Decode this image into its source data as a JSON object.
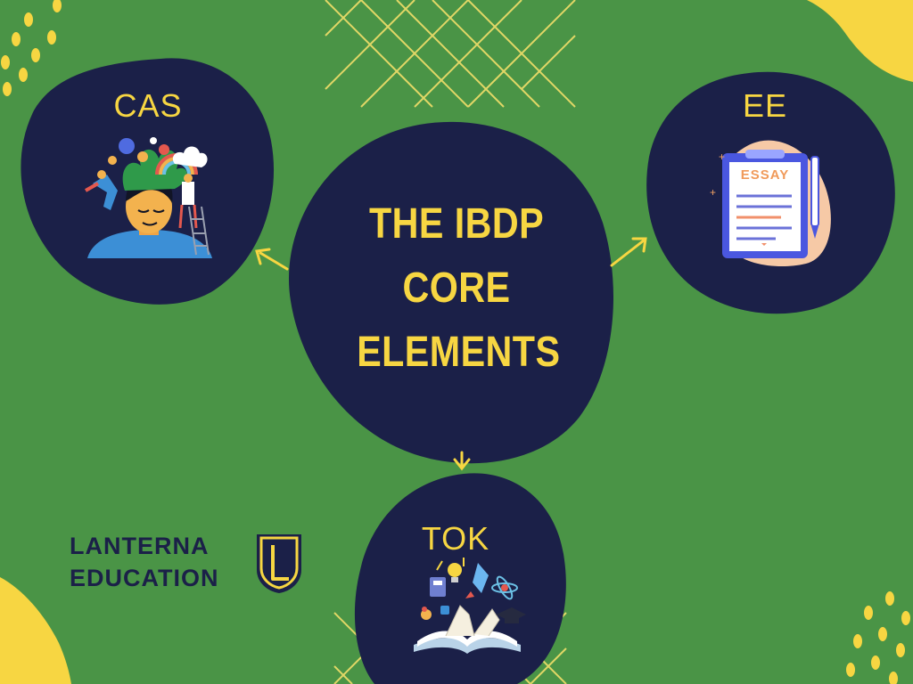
{
  "title": {
    "line1": "THE IBDP",
    "line2": "CORE",
    "line3": "ELEMENTS"
  },
  "nodes": {
    "cas": {
      "label": "CAS"
    },
    "ee": {
      "label": "EE"
    },
    "tok": {
      "label": "TOK"
    }
  },
  "essay_card": {
    "heading": "ESSAY"
  },
  "brand": {
    "line1": "LANTERNA",
    "line2": "EDUCATION"
  },
  "colors": {
    "background": "#4a9446",
    "blob": "#1b2048",
    "accent_yellow": "#f7d642",
    "brand_text": "#1b2048"
  },
  "icons": {
    "cas": "mind-garden-illustration-icon",
    "ee": "essay-clipboard-icon",
    "tok": "open-book-knowledge-icon",
    "brand": "shield-logo-icon"
  }
}
